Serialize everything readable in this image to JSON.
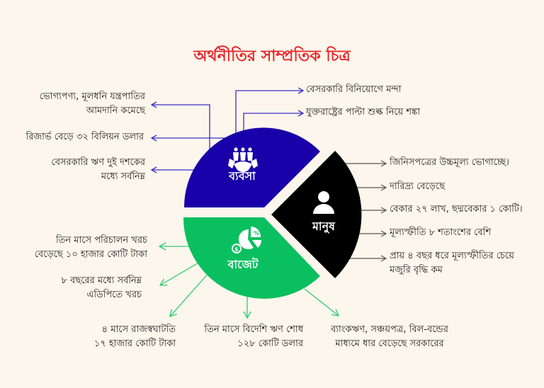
{
  "title": "অর্থনীতির সাম্প্রতিক চিত্র",
  "colors": {
    "background": "#FDF6EC",
    "title": "#E8262B",
    "business": "#1A00A8",
    "people": "#000000",
    "budget": "#0ABF5F",
    "business_lines": "#3B2FC9",
    "people_lines": "#555555",
    "budget_lines": "#2ECC71"
  },
  "segments": {
    "business": {
      "label": "ব্যবসা",
      "icon": "handshake-people-icon"
    },
    "people": {
      "label": "মানুষ",
      "icon": "person-icon"
    },
    "budget": {
      "label": "বাজেট",
      "icon": "pie-chart-dollar-percent-icon"
    }
  },
  "business_notes": {
    "left": [
      {
        "line1": "ভোগ্যপণ্য, মূলধনি যন্ত্রপাতির",
        "line2": "আমদানি কমেছে"
      },
      {
        "line1": "রিজার্ভ বেড়ে ৩২ বিলিয়ন ডলার",
        "line2": ""
      },
      {
        "line1": "বেসরকারি ঋণ দুই দশকের",
        "line2": "মধ্যে সর্বনিম্ন"
      }
    ],
    "top": [
      {
        "line1": "বেসরকারি বিনিয়োগে মন্দা"
      },
      {
        "line1": "যুক্তরাষ্ট্রের পাল্টা শুল্ক নিয়ে শঙ্কা"
      }
    ]
  },
  "people_notes": [
    {
      "line1": "জিনিসপত্রের উচ্চমূল্য ভোগাচ্ছে।",
      "line2": ""
    },
    {
      "line1": "দারিদ্র্য বেড়েছে",
      "line2": ""
    },
    {
      "line1": "বেকার ২৭ লাখ, ছদ্মবেকার ১ কোটি।",
      "line2": ""
    },
    {
      "line1": "মূল্যস্ফীতি ৮ শতাংশের বেশি",
      "line2": ""
    },
    {
      "line1": "প্রায় ৪ বছর ধরে মূল্যস্ফীতির চেয়ে",
      "line2": "মজুরি বৃদ্ধি কম"
    }
  ],
  "budget_notes": [
    {
      "line1": "তিন মাসে পরিচালন খরচ",
      "line2": "বেড়েছে ১০ হাজার কোটি টাকা"
    },
    {
      "line1": "৮ বছরের মধ্যে সর্বনিম্ন",
      "line2": "এডিপিতে খরচ"
    },
    {
      "line1": "৪ মাসে রাজস্বঘাটতি",
      "line2": "১৭ হাজার কোটি টাকা"
    },
    {
      "line1": "তিন মাসে বিদেশি ঋণ শোধ",
      "line2": "১২৮ কোটি ডলার"
    },
    {
      "line1": "ব্যাংকঋণ, সঞ্চয়পত্র, বিল-বন্ডের",
      "line2": "মাধ্যমে ধার বেড়েছে সরকারের"
    }
  ]
}
